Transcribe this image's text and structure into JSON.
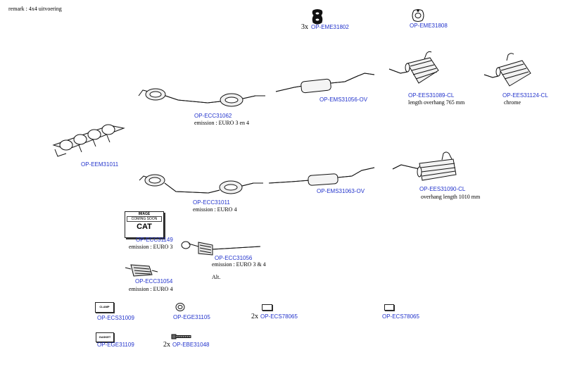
{
  "remark": "remark : 4x4 uitvoering",
  "parts": {
    "eme31802": {
      "qty": "3x",
      "code": "OP-EME31802"
    },
    "eme31808": {
      "code": "OP-EME31808"
    },
    "ees31089": {
      "code": "OP-EES31089-CL",
      "note": "length overhang 765 mm"
    },
    "ees31124": {
      "code": "OP-EES31124-CL",
      "note": "chrome"
    },
    "ems31056": {
      "code": "OP-EMS31056-OV"
    },
    "ecc31062": {
      "code": "OP-ECC31062",
      "note": "emission : EURO 3 en 4"
    },
    "eem31011": {
      "code": "OP-EEM31011"
    },
    "ecc31011": {
      "code": "OP-ECC31011",
      "note": "emission : EURO 4"
    },
    "ems31063": {
      "code": "OP-EMS31063-OV"
    },
    "ees31090": {
      "code": "OP-EES31090-CL",
      "note": "overhang length 1010 mm"
    },
    "ecc31149": {
      "code": "OP-ECC31149",
      "note": "emission : EURO 3",
      "box_top": "IMAGE",
      "box_sub": "COMING SOON",
      "box_main": "CAT"
    },
    "ecc31056": {
      "code": "OP-ECC31056",
      "note": "emission : EURO 3 & 4",
      "alt": "Alt."
    },
    "ecc31054": {
      "code": "OP-ECC31054",
      "note": "emission : EURO 4"
    },
    "ecs31009": {
      "code": "OP-ECS31009",
      "label": "CLAMP"
    },
    "ege31105": {
      "code": "OP-EGE31105"
    },
    "ecs78065a": {
      "qty": "2x",
      "code": "OP-ECS78065"
    },
    "ecs78065b": {
      "code": "OP-ECS78065"
    },
    "ege31109": {
      "code": "OP-EGE31109",
      "label": "GASKET"
    },
    "ebe31048": {
      "qty": "2x",
      "code": "OP-EBE31048"
    }
  },
  "icons": {
    "gasket": "rubber-hanger-icon",
    "hanger": "exhaust-hanger-icon",
    "catalyst": "catalytic-converter-icon",
    "silencer": "silencer-icon",
    "manifold": "exhaust-manifold-icon",
    "clamp": "clamp-icon",
    "bolt": "bolt-icon"
  },
  "colors": {
    "link": "#2233cc",
    "text": "#000000",
    "background": "#ffffff"
  }
}
